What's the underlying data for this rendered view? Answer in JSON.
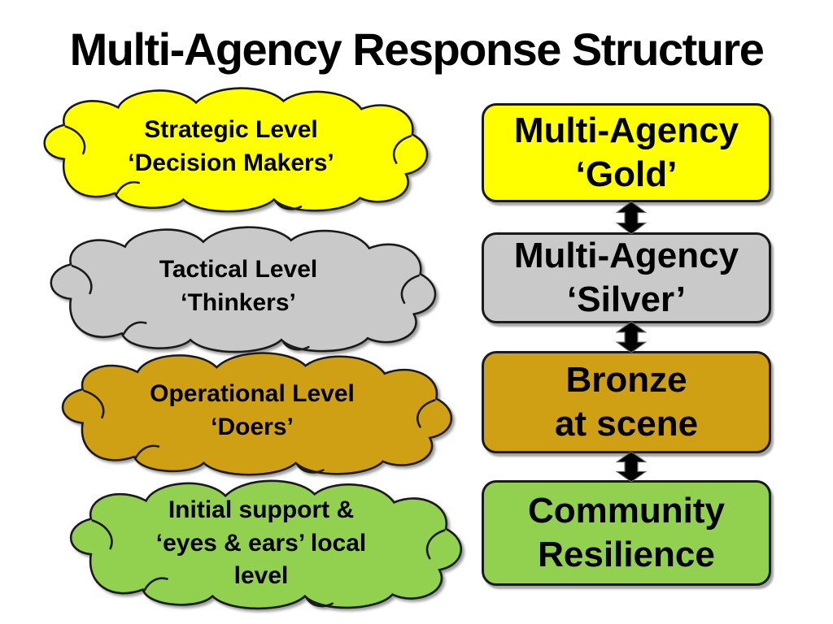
{
  "title": "Multi-Agency Response Structure",
  "colors": {
    "background": "#FFFFFF",
    "text": "#000000",
    "outline": "#1A1A1A",
    "arrow": "#000000",
    "yellow": "#FFFF00",
    "silver": "#C9C9C9",
    "bronze": "#D0A014",
    "green": "#92D050"
  },
  "clouds": [
    {
      "name": "strategic-level",
      "color": "#FFFF00",
      "lines": [
        "Strategic Level",
        "‘Decision Makers’"
      ]
    },
    {
      "name": "tactical-level",
      "color": "#C9C9C9",
      "lines": [
        "Tactical Level",
        "‘Thinkers’"
      ]
    },
    {
      "name": "operational-level",
      "color": "#D0A014",
      "lines": [
        "Operational Level",
        "‘Doers’"
      ]
    },
    {
      "name": "initial-support",
      "color": "#92D050",
      "lines": [
        "Initial support &",
        "‘eyes & ears’ local",
        "level"
      ]
    }
  ],
  "boxes": [
    {
      "name": "multi-agency-gold",
      "color": "#FFFF00",
      "lines": [
        "Multi-Agency",
        "‘Gold’"
      ]
    },
    {
      "name": "multi-agency-silver",
      "color": "#C9C9C9",
      "lines": [
        "Multi-Agency",
        "‘Silver’"
      ]
    },
    {
      "name": "bronze-at-scene",
      "color": "#D0A014",
      "lines": [
        "Bronze",
        "at scene"
      ]
    },
    {
      "name": "community-resilience",
      "color": "#92D050",
      "lines": [
        "Community",
        "Resilience"
      ]
    }
  ]
}
